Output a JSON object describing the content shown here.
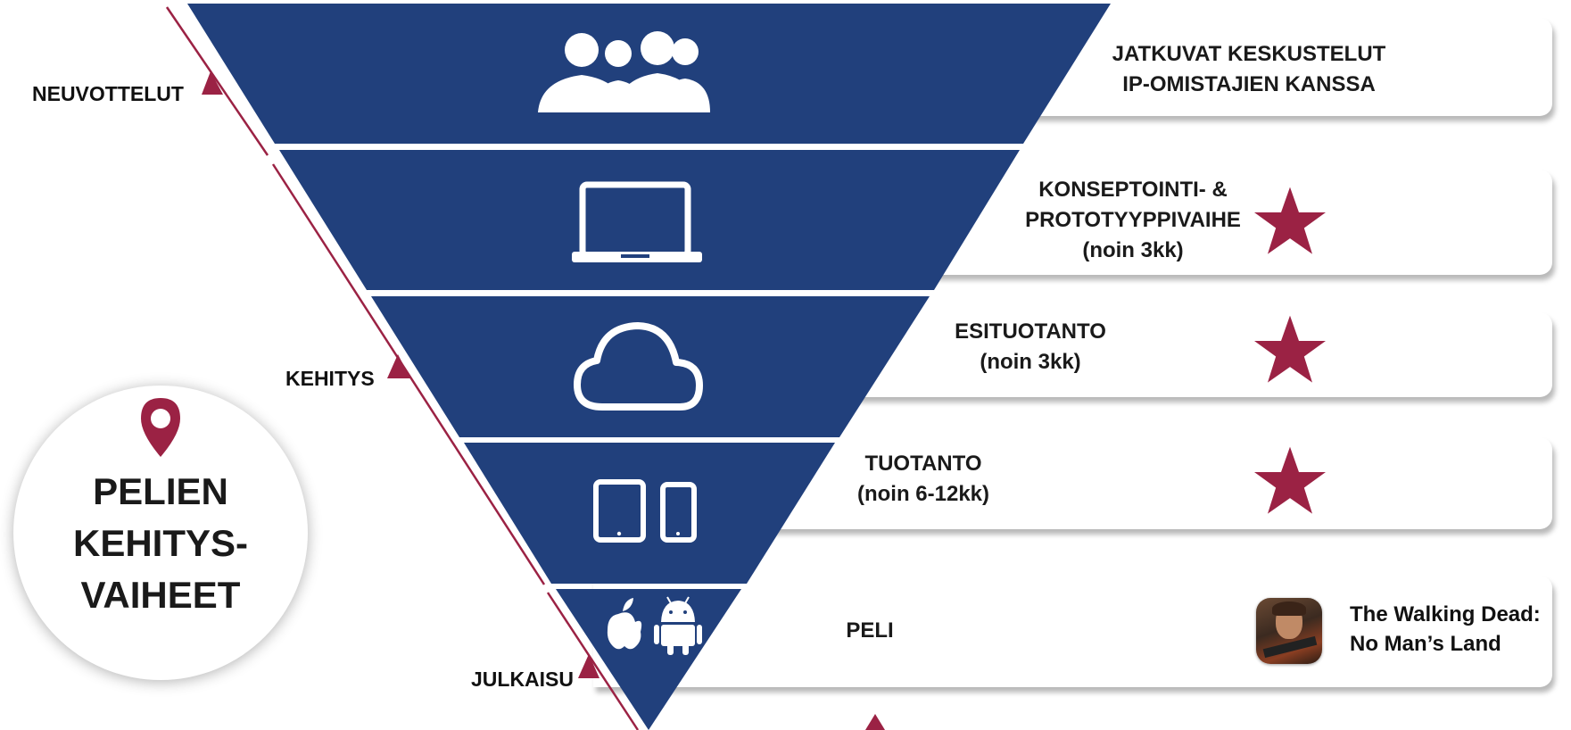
{
  "colors": {
    "navy": "#21407c",
    "crimson": "#9b2244",
    "white": "#ffffff"
  },
  "phases": [
    {
      "id": "neuvottelut",
      "icon": "people-group-icon",
      "text_lines": [
        "JATKUVAT KESKUSTELUT",
        "IP-OMISTAJIEN KANSSA"
      ],
      "star": false
    },
    {
      "id": "konseptointi",
      "icon": "laptop-icon",
      "text_lines": [
        "KONSEPTOINTI- &",
        "PROTOTYYPPIVAIHE",
        "(noin 3kk)"
      ],
      "star": true
    },
    {
      "id": "esituotanto",
      "icon": "cloud-icon",
      "text_lines": [
        "ESITUOTANTO",
        "(noin 3kk)"
      ],
      "star": true
    },
    {
      "id": "tuotanto",
      "icon": "tablet-phone-icon",
      "text_lines": [
        "TUOTANTO",
        "(noin 6-12kk)"
      ],
      "star": true
    },
    {
      "id": "peli",
      "icon": "apple-android-icon",
      "text_lines": [
        "PELI"
      ],
      "star": false
    }
  ],
  "side_labels": {
    "neuvottelut": "NEUVOTTELUT",
    "kehitys": "KEHITYS",
    "julkaisu": "JULKAISU"
  },
  "center_circle": {
    "icon": "location-pin-icon",
    "title_lines": [
      "PELIEN",
      "KEHITYS-",
      "VAIHEET"
    ]
  },
  "game": {
    "icon": "walking-dead-app-icon",
    "title_lines": [
      "The Walking Dead:",
      "No Man’s Land"
    ]
  }
}
